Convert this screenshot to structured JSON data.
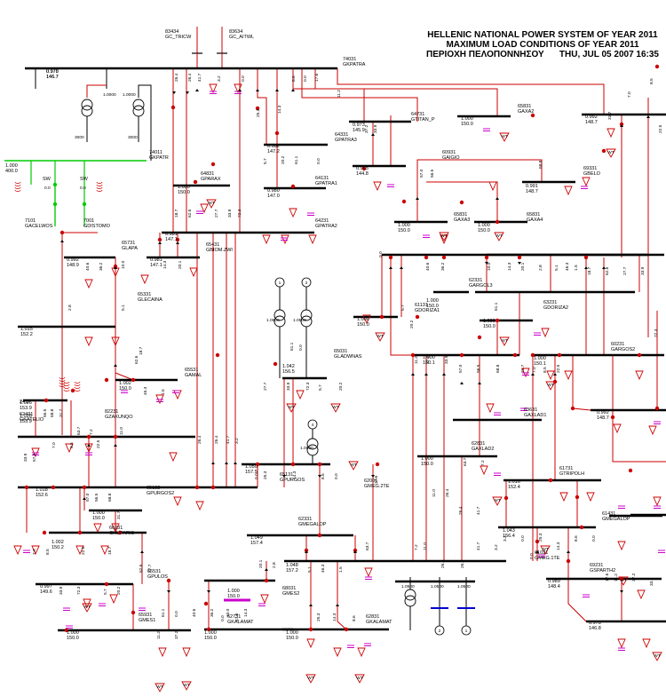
{
  "header": {
    "line1": "HELLENIC NATIONAL POWER SYSTEM OF YEAR 2011",
    "line2": "MAXIMUM LOAD CONDITIONS OF YEAR 2011",
    "region": "ΠΕΡΙΟΧΗ ΠΕΛΟΠΟΝΝΗΣΟΥ",
    "datetime": "THU, JUL 05 2007  16:35"
  },
  "colors": {
    "line": "#cc0000",
    "bus": "#000000",
    "green": "#00cc00",
    "magenta": "#cc00cc",
    "gen": "#0000cc"
  },
  "top_labels": [
    {
      "id": "83434",
      "name": "GC_TRICW"
    },
    {
      "id": "83634",
      "name": "GC_AITWL"
    }
  ],
  "buses": [
    {
      "id": "74031",
      "name": "GKPATRA",
      "v": "0.978",
      "kv": "146.7"
    },
    {
      "id": "74011",
      "name": "GKPATR",
      "v": "1.000",
      "kv": "400.0"
    },
    {
      "id": "7101",
      "name": "GACELWOS"
    },
    {
      "id": "7001",
      "name": "GDISTOMO"
    },
    {
      "id": "64831",
      "name": "GPARAX",
      "v": "1.000",
      "kv": "150.0"
    },
    {
      "id": "64331",
      "name": "GPATRA3",
      "v": "0.982",
      "kv": "147.2"
    },
    {
      "id": "64131",
      "name": "GPATRA1",
      "v": "0.980",
      "kv": "147.0"
    },
    {
      "id": "64231",
      "name": "GPATRA2"
    },
    {
      "id": "64731",
      "name": "GTITAN_P",
      "v": "0.973",
      "kv": "145.9"
    },
    {
      "id": "65831",
      "name": "GAXA2",
      "v": "1.000",
      "kv": "150.0"
    },
    {
      "id": "60931",
      "name": "GAIGIO",
      "v": "0.965",
      "kv": "144.8"
    },
    {
      "id": "69331",
      "name": "GBELO",
      "v": "0.991",
      "kv": "148.7"
    },
    {
      "id": "65831",
      "name": "GAXA3",
      "v": "1.000",
      "kv": "150.0"
    },
    {
      "id": "65831",
      "name": "GAXA4",
      "v": "1.000",
      "kv": "150.0"
    },
    {
      "id": "65731",
      "name": "GLAPA",
      "v": "0.992",
      "kv": "148.9"
    },
    {
      "id": "65431",
      "name": "GBIOM.ZWI",
      "v": "0.981",
      "kv": "147.1"
    },
    {
      "id": "65331",
      "name": "GLECAINA",
      "v": "1.015",
      "kv": "152.2"
    },
    {
      "id": "65531",
      "name": "GAMAL",
      "v": "1.002",
      "kv": "150.0"
    },
    {
      "id": "62431",
      "name": "GKATELIO",
      "v": "1.026",
      "kv": "153.9"
    },
    {
      "id": "82231",
      "name": "GZAKUNQO"
    },
    {
      "id": "62331",
      "name": "GARGOL3",
      "v": "1.000",
      "kv": "150.0"
    },
    {
      "id": "61131",
      "name": "GDORIZA1",
      "v": "1.000",
      "kv": "150.0"
    },
    {
      "id": "63231",
      "name": "GDORIZA2",
      "v": "1.000",
      "kv": "150.0"
    },
    {
      "id": "60231",
      "name": "GARGOS2",
      "v": "1.000",
      "kv": "150.1"
    },
    {
      "id": "65031",
      "name": "GLADWNAS",
      "v": "1.042",
      "kv": "156.5"
    },
    {
      "id": "63631",
      "name": "GAXLAD1"
    },
    {
      "id": "62831",
      "name": "GAXLAD2",
      "v": "1.000",
      "kv": "150.0"
    },
    {
      "id": "61731",
      "name": "GTRIPOLH",
      "v": "1.016",
      "kv": "152.4"
    },
    {
      "id": "65131",
      "name": "GPURGOS",
      "v": "1.018",
      "kv": "152.6"
    },
    {
      "id": "65132",
      "name": "GPURGOS2",
      "v": "1.000",
      "kv": "150.0"
    },
    {
      "id": "62001",
      "name": "GMEG.2TE",
      "v": "1.050",
      "kv": "157.5"
    },
    {
      "id": "66231",
      "name": "GKUPARIS",
      "v": "1.002",
      "kv": "150.2"
    },
    {
      "id": "62331",
      "name": "GMEGALOP",
      "v": "1.049",
      "kv": "157.4"
    },
    {
      "id": "61431",
      "name": "GMEGALOP",
      "v": "1.043",
      "kv": "156.4"
    },
    {
      "id": "61031",
      "name": "GMEG.1TE",
      "v": "1.048",
      "kv": "157.2"
    },
    {
      "id": "65531",
      "name": "GPULOS",
      "v": "0.997",
      "kv": "149.6"
    },
    {
      "id": "68031",
      "name": "GMES2",
      "v": "1.000",
      "kv": "150.0"
    },
    {
      "id": "65931",
      "name": "GMES1",
      "v": "1.000",
      "kv": "150.0"
    },
    {
      "id": "62731",
      "name": "GKALAMAT",
      "v": "1.000",
      "kv": "150.0"
    },
    {
      "id": "62831",
      "name": "GKALAMAT",
      "v": "1.000",
      "kv": "150.0"
    },
    {
      "id": "69231",
      "name": "GSPARTH2",
      "v": "0.989",
      "kv": "148.4"
    },
    {
      "id": "69231",
      "name": "GSPARTH1",
      "v": "0.978",
      "kv": "146.8"
    },
    {
      "id": "60231",
      "name": "GDORIZA",
      "v": "0.992",
      "kv": "148.7"
    }
  ],
  "flows": [
    "26.4",
    "26.4",
    "41.7",
    "3.2",
    "0.0",
    "25.3",
    "14.3",
    "8.6",
    "0.0",
    "17.6",
    "11.2",
    "37.2",
    "33.9",
    "57.0",
    "56.5",
    "68.8",
    "31.7",
    "7.0",
    "8.5",
    "22.5",
    "18.7",
    "62.6",
    "27.7",
    "33.9",
    "72.3",
    "5.7",
    "20.2",
    "61.1",
    "0.0",
    "40.6",
    "36.2",
    "10.0",
    "14.3",
    "20.1",
    "2.8",
    "5.1",
    "46.3",
    "1.5",
    "63.7",
    "7.2",
    "11.0"
  ],
  "generator_labels": [
    "1",
    "2",
    "4",
    "2",
    "1"
  ]
}
